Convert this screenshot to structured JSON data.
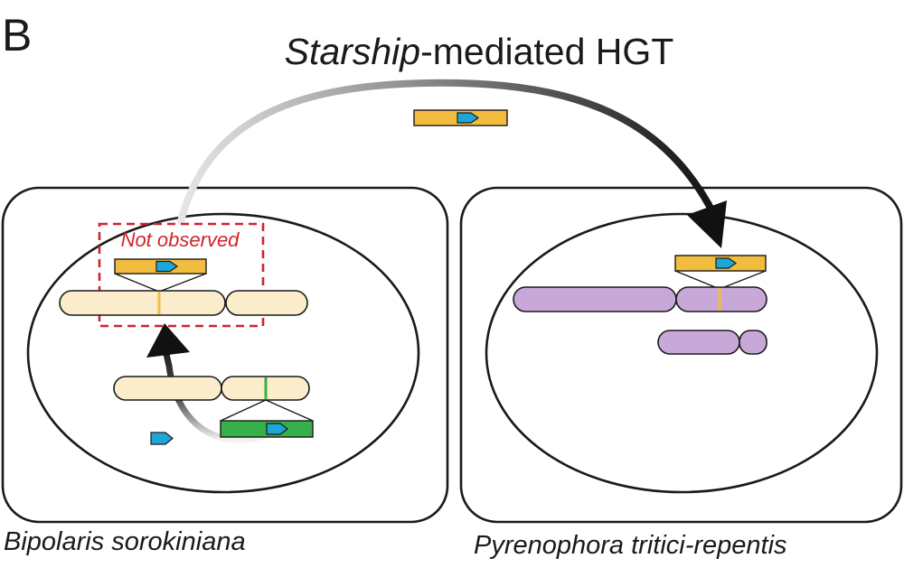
{
  "panel_label": "B",
  "title": {
    "italic_part": "Starship",
    "rest": "-mediated HGT"
  },
  "left_cell": {
    "species": "Bipolaris sorokiniana",
    "not_observed_label": "Not observed"
  },
  "right_cell": {
    "species": "Pyrenophora tritici-repentis"
  },
  "colors": {
    "starship_element": "#f2bd3f",
    "cargo_gene": "#1ea6d8",
    "donor_element": "#36b04a",
    "host_chromosome_left": "#fbeccb",
    "host_chromosome_right": "#c8a8d9",
    "not_observed_box": "#d1232a",
    "outline": "#1a1a1a"
  }
}
